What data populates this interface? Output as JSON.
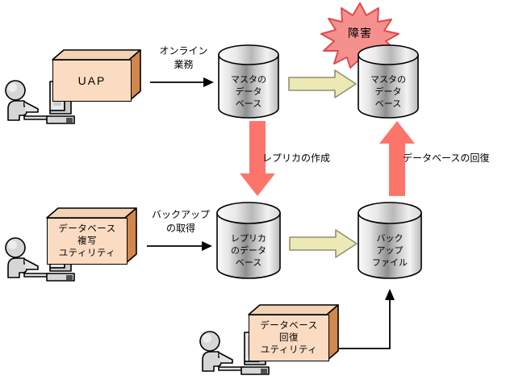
{
  "diagram": {
    "title_semantics": "database replica backup and recovery flow",
    "colors": {
      "box_face": "#fbdcc3",
      "box_top": "#f0cdb0",
      "box_side": "#d2844a",
      "cylinder_light": "#f2f2f2",
      "cylinder_mid": "#8c8c8c",
      "burst_fill": "#f4918f",
      "burst_stroke": "#e04a4a",
      "pale_arrow_fill": "#ece9b4",
      "pale_arrow_stroke": "#8f8f73",
      "red_arrow": "#fc756b",
      "person_fill": "#d4d4d4",
      "line": "#000000"
    },
    "nodes": {
      "uap": {
        "label": "UAP"
      },
      "master_db_left": {
        "lines": [
          "マスタの",
          "データ",
          "ベース"
        ]
      },
      "master_db_right": {
        "lines": [
          "マスタの",
          "データ",
          "ベース"
        ]
      },
      "replica_db": {
        "lines": [
          "レプリカ",
          "のデータ",
          "ベース"
        ]
      },
      "backup_file": {
        "lines": [
          "バック",
          "アップ",
          "ファイル"
        ]
      },
      "copy_utility": {
        "lines": [
          "データベース",
          "複写",
          "ユティリティ"
        ]
      },
      "recovery_utility": {
        "lines": [
          "データベース",
          "回復",
          "ユティリティ"
        ]
      },
      "failure_burst": {
        "label": "障害"
      }
    },
    "edge_labels": {
      "online_task": [
        "オンライン",
        "業務"
      ],
      "backup_acquire": [
        "バックアップ",
        "の取得"
      ],
      "replica_create": "レプリカの作成",
      "db_recovery": "データベースの回復"
    },
    "icons": {
      "person_terminal": "person-at-terminal-icon",
      "burst": "failure-burst-icon",
      "arrow_right_thin": "arrow-right-thin-icon",
      "arrow_right_block": "arrow-right-block-icon",
      "arrow_down_red": "arrow-down-red-icon",
      "arrow_up_red": "arrow-up-red-icon",
      "elbow_connector": "elbow-connector-arrow-icon"
    }
  }
}
